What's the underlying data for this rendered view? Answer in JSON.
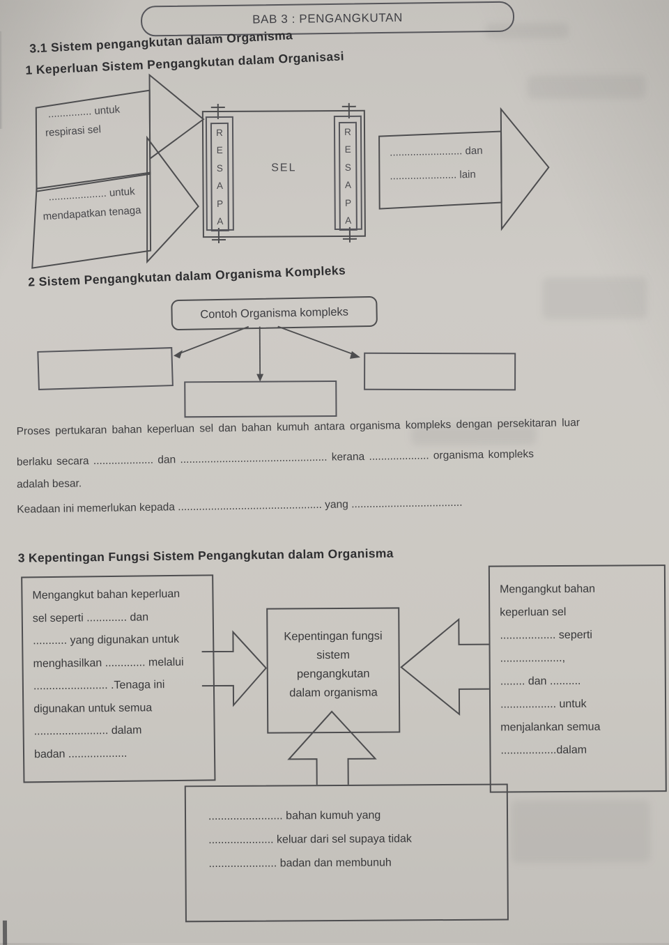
{
  "colors": {
    "paper": "#cbc8c2",
    "ink": "#3a3a3c",
    "line": "#4d4d4f"
  },
  "header": {
    "chapter_pill": "BAB 3 : PENGANGKUTAN",
    "subtitle": "3.1 Sistem pengangkutan dalam Organisma"
  },
  "section1": {
    "heading": "1 Keperluan Sistem Pengangkutan dalam Organisasi",
    "arrow_top": {
      "line1": "............... untuk",
      "line2": "respirasi sel"
    },
    "arrow_bottom": {
      "line1": ".................... untuk",
      "line2": "mendapatkan tenaga"
    },
    "cell_label": "SEL",
    "membrane_letters": [
      "R",
      "E",
      "S",
      "A",
      "P",
      "A"
    ],
    "arrow_right": {
      "line1": "......................... dan",
      "line2": "....................... lain"
    }
  },
  "section2": {
    "heading": "2 Sistem Pengangkutan dalam Organisma Kompleks",
    "example_label": "Contoh Organisma kompleks",
    "paragraph": {
      "line1": "Proses pertukaran bahan keperluan sel dan bahan kumuh antara organisma kompleks dengan persekitaran luar",
      "line2": "berlaku secara .................... dan ................................................. kerana .................... organisma  kompleks",
      "line3": "adalah besar.",
      "line4": "Keadaan ini memerlukan kepada ................................................ yang ....................................."
    }
  },
  "section3": {
    "heading": "3 Kepentingan Fungsi Sistem Pengangkutan dalam Organisma",
    "left_box": {
      "lines": [
        "Mengangkut bahan keperluan",
        "sel seperti  .............   dan",
        "........... yang digunakan untuk",
        "menghasilkan ............. melalui",
        "........................ .Tenaga ini",
        "digunakan untuk semua",
        "........................ dalam",
        "badan   ..................."
      ]
    },
    "center_box": {
      "lines": [
        "Kepentingan fungsi",
        "sistem",
        "pengangkutan",
        "dalam organisma"
      ]
    },
    "right_box": {
      "lines": [
        "Mengangkut bahan",
        "keperluan sel",
        ".................. seperti",
        "....................,",
        "........  dan ..........",
        ".................. untuk",
        "menjalankan semua",
        "..................dalam"
      ]
    },
    "bottom_box": {
      "lines": [
        "........................ bahan kumuh yang",
        "..................... keluar dari sel supaya tidak",
        "...................... badan  dan  membunuh"
      ]
    }
  }
}
